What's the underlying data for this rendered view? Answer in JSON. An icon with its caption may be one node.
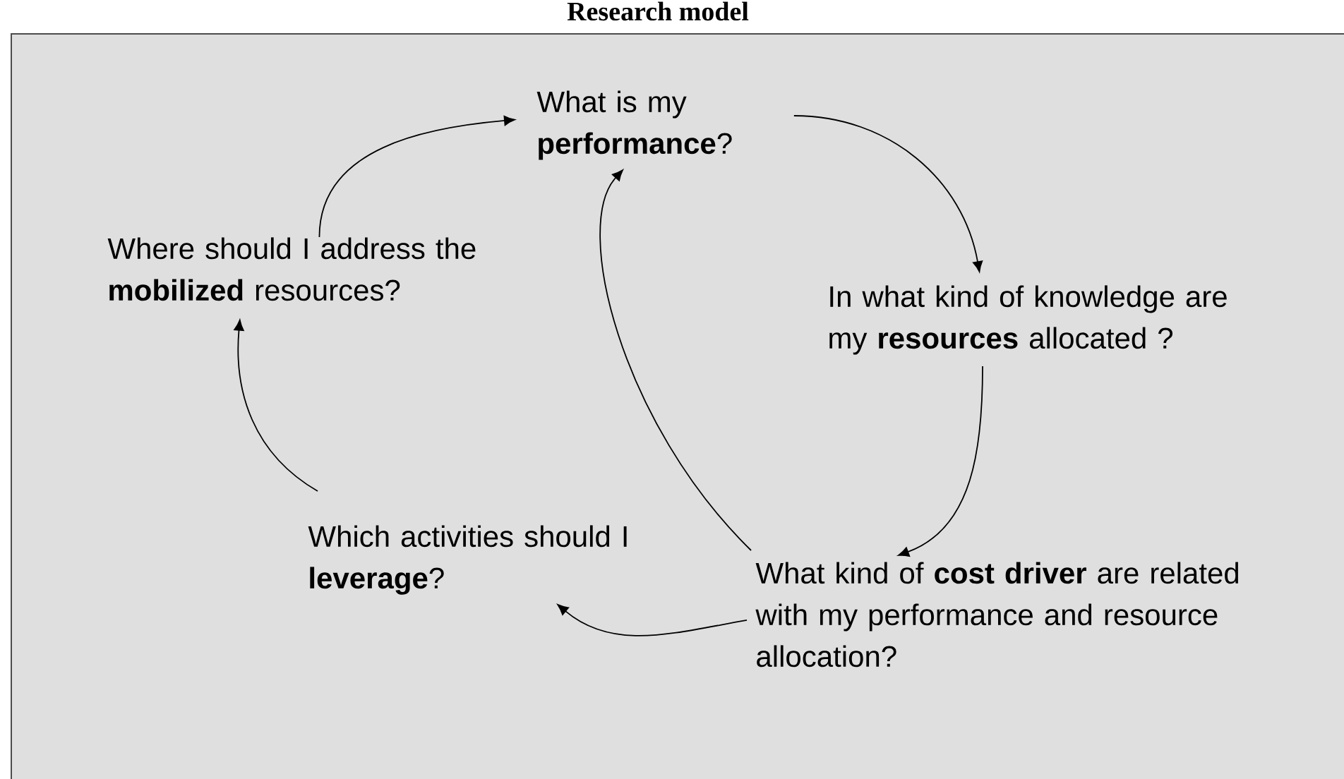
{
  "diagram": {
    "title": "Research model",
    "nodes": [
      {
        "text": [
          "What is my **performance**?"
        ]
      },
      {
        "text": [
          "Where should I address the **mobilized** resources?"
        ]
      },
      {
        "text": [
          "In what kind of knowledge are my **resources** allocated ?"
        ]
      },
      {
        "text": [
          "Which activities should I **leverage**?"
        ]
      },
      {
        "text": [
          "What kind of **cost driver** are related with my performance and resource allocation?"
        ]
      }
    ],
    "edges": [
      {
        "from": 1,
        "to": 0,
        "arrow": "to"
      },
      {
        "from": 0,
        "to": 2,
        "arrow": "to"
      },
      {
        "from": 2,
        "to": 4,
        "arrow": "to"
      },
      {
        "from": 4,
        "to": 0,
        "arrow": "to"
      },
      {
        "from": 4,
        "to": 3,
        "arrow": "to"
      },
      {
        "from": 3,
        "to": 1,
        "arrow": "to"
      }
    ]
  }
}
